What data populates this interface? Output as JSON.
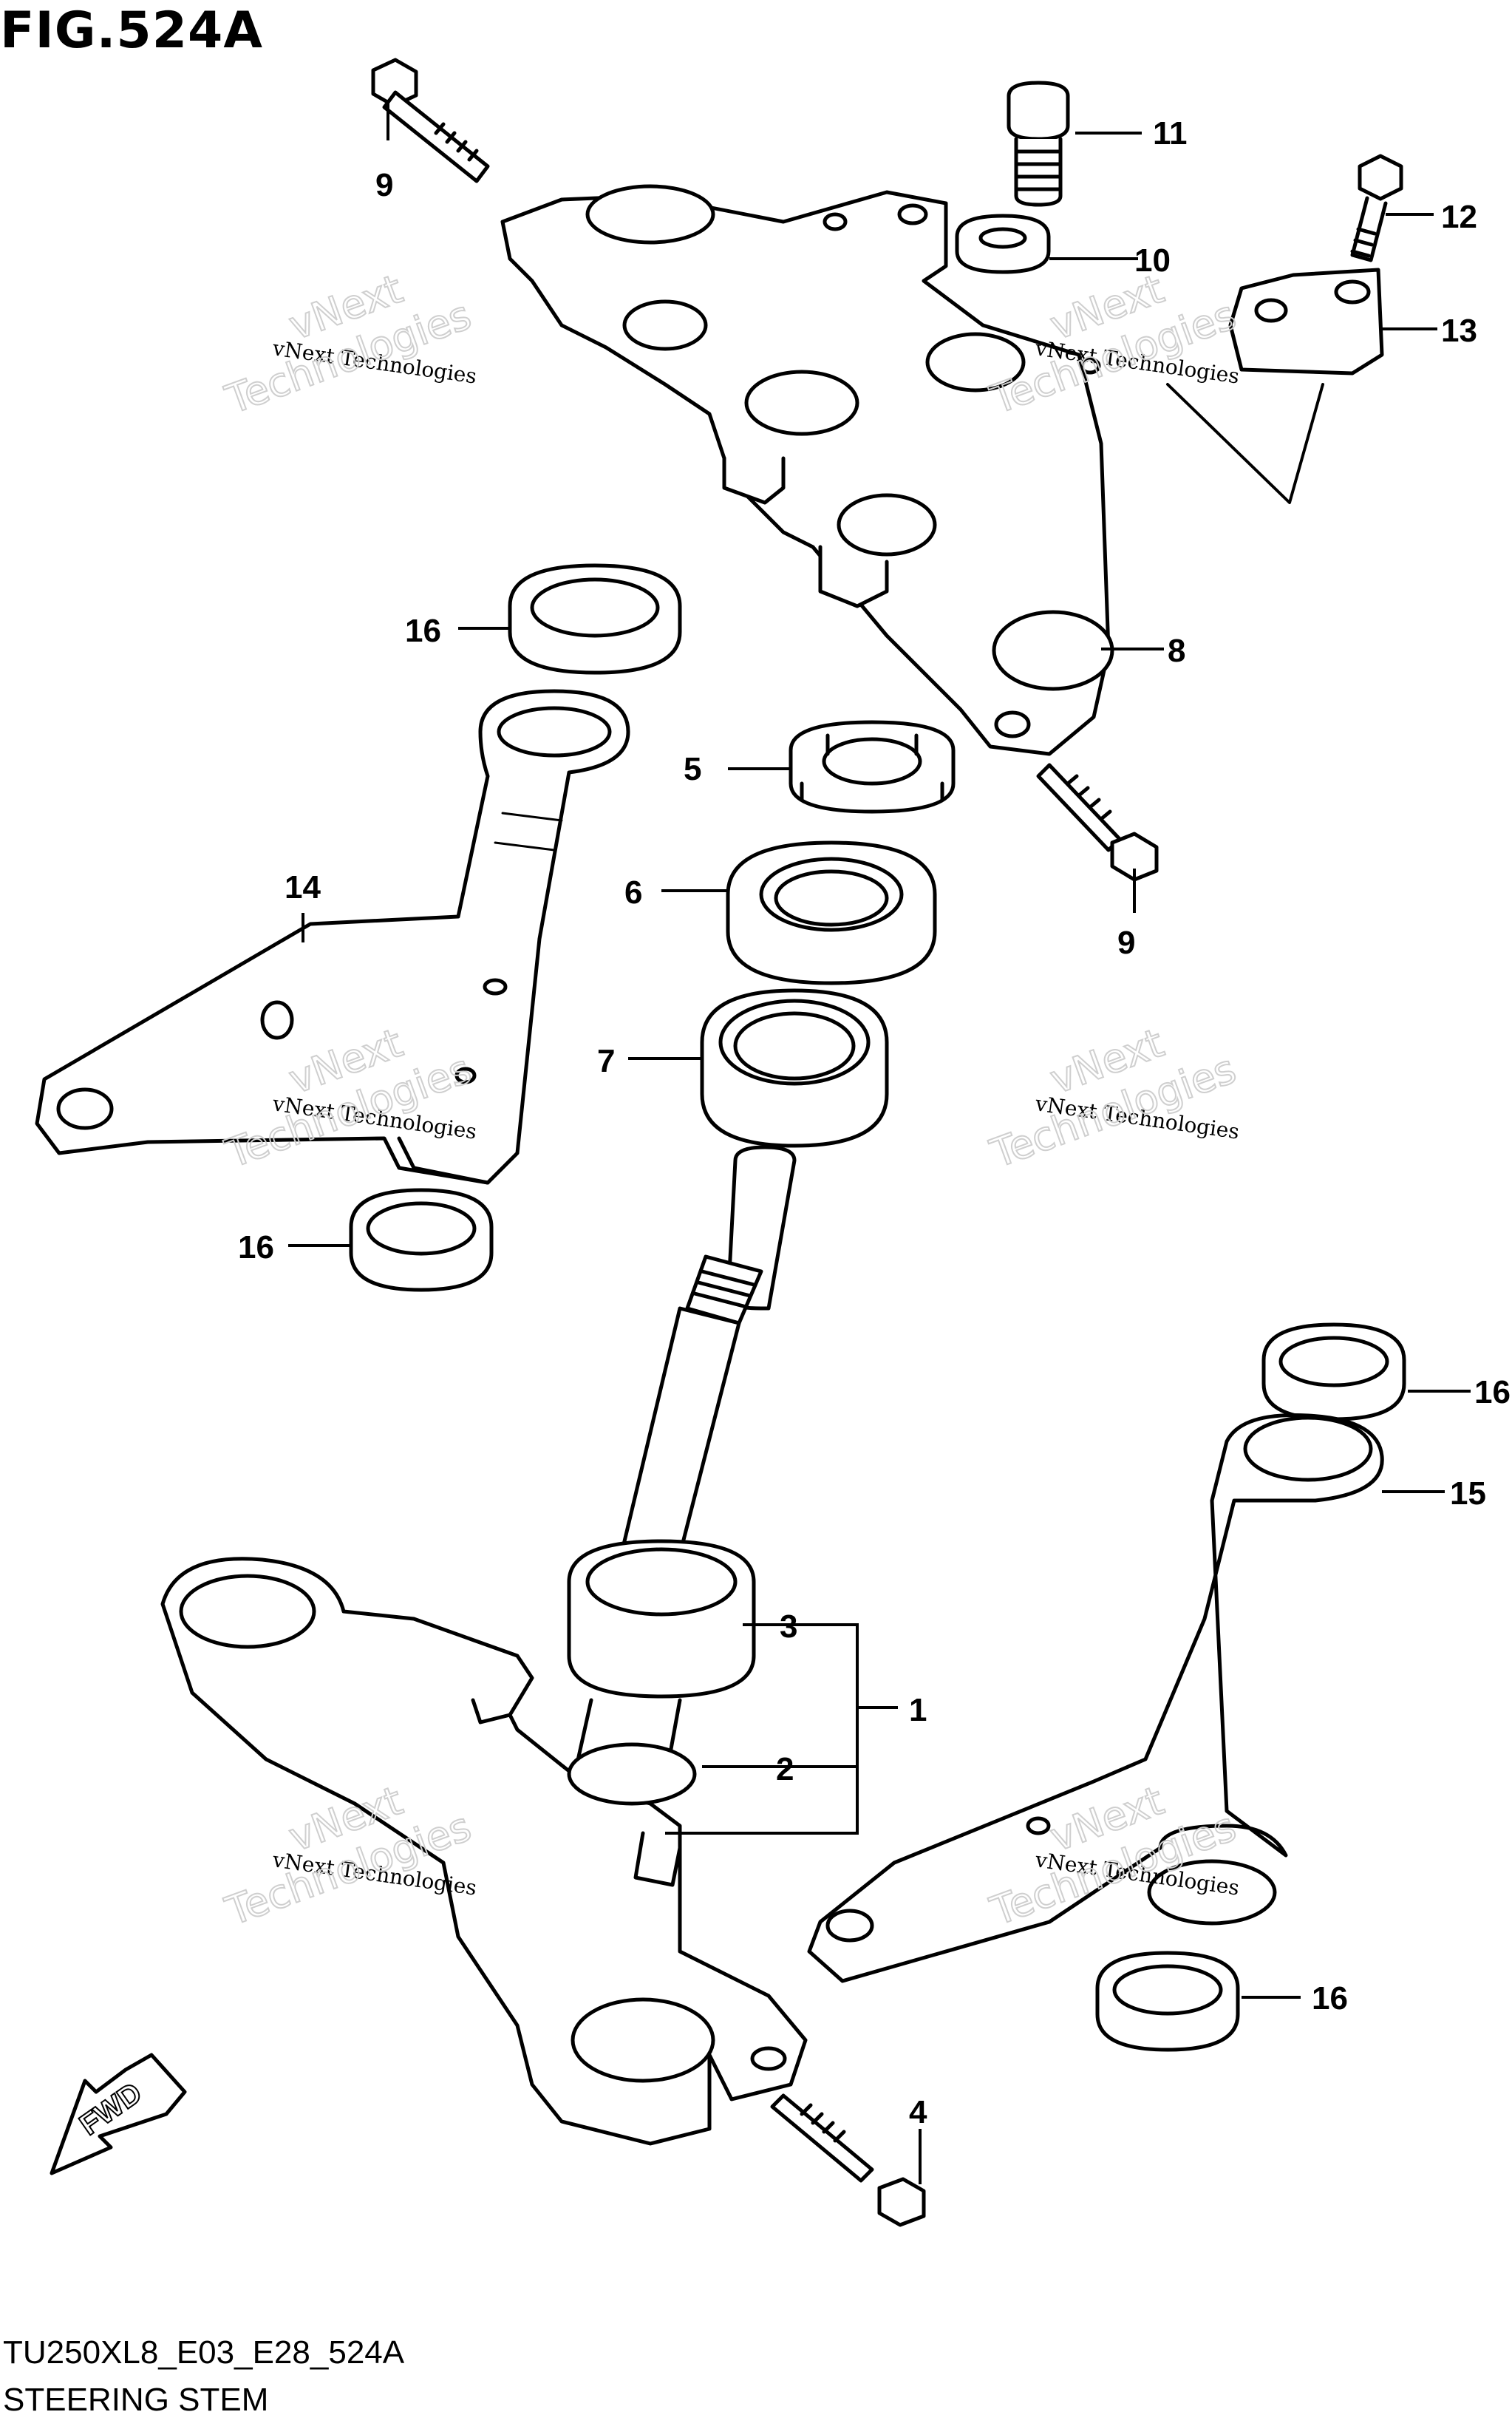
{
  "header": {
    "figure_title": "FIG.524A"
  },
  "footer": {
    "diagram_code": "TU250XL8_E03_E28_524A",
    "diagram_name": "STEERING STEM"
  },
  "direction_marker": {
    "label": "FWD"
  },
  "watermark": {
    "line1": "vNext",
    "line2": "vNext Technologies",
    "line3": "Technologies"
  },
  "callouts": [
    {
      "id": "c9a",
      "label": "9"
    },
    {
      "id": "c11",
      "label": "11"
    },
    {
      "id": "c10",
      "label": "10"
    },
    {
      "id": "c12",
      "label": "12"
    },
    {
      "id": "c13",
      "label": "13"
    },
    {
      "id": "c8",
      "label": "8"
    },
    {
      "id": "c16a",
      "label": "16"
    },
    {
      "id": "c5",
      "label": "5"
    },
    {
      "id": "c6",
      "label": "6"
    },
    {
      "id": "c9b",
      "label": "9"
    },
    {
      "id": "c14",
      "label": "14"
    },
    {
      "id": "c7",
      "label": "7"
    },
    {
      "id": "c16b",
      "label": "16"
    },
    {
      "id": "c16c",
      "label": "16"
    },
    {
      "id": "c15",
      "label": "15"
    },
    {
      "id": "c3",
      "label": "3"
    },
    {
      "id": "c1",
      "label": "1"
    },
    {
      "id": "c2",
      "label": "2"
    },
    {
      "id": "c16d",
      "label": "16"
    },
    {
      "id": "c4",
      "label": "4"
    }
  ]
}
